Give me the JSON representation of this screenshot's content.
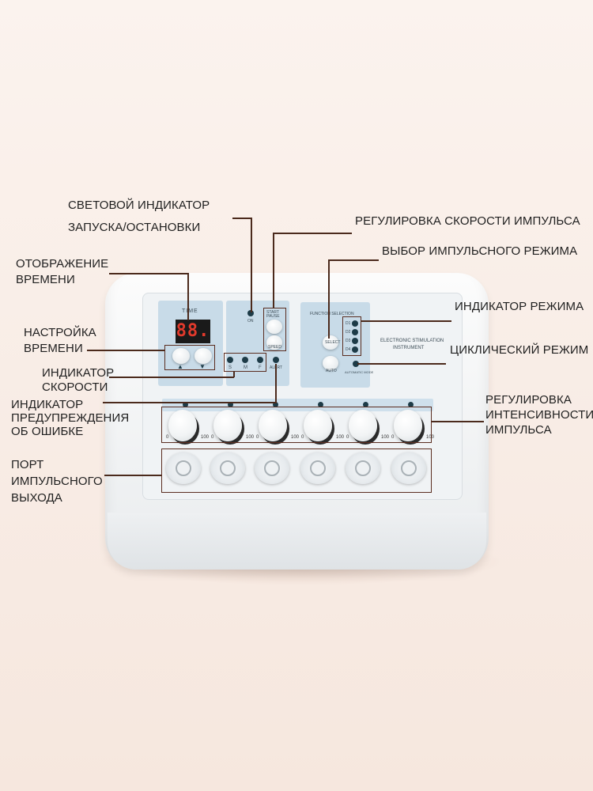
{
  "labels": {
    "start_indicator_line1": "СВЕТОВОЙ ИНДИКАТОР",
    "start_indicator_line2": "ЗАПУСКА/ОСТАНОВКИ",
    "speed_adjust": "РЕГУЛИРОВКА СКОРОСТИ ИМПУЛЬСА",
    "mode_select": "ВЫБОР ИМПУЛЬСНОГО РЕЖИМА",
    "time_display_line1": "ОТОБРАЖЕНИЕ",
    "time_display_line2": "ВРЕМЕНИ",
    "mode_indicator": "ИНДИКАТОР РЕЖИМА",
    "time_setting_line1": "НАСТРОЙКА",
    "time_setting_line2": "ВРЕМЕНИ",
    "cycle_mode": "ЦИКЛИЧЕСКИЙ РЕЖИМ",
    "speed_indicator_line1": "ИНДИКАТОР",
    "speed_indicator_line2": "СКОРОСТИ",
    "error_indicator_line1": "ИНДИКАТОР",
    "error_indicator_line2": "ПРЕДУПРЕЖДЕНИЯ",
    "error_indicator_line3": "ОБ ОШИБКЕ",
    "intensity_line1": "РЕГУЛИРОВКА",
    "intensity_line2": "ИНТЕНСИВНОСТИ",
    "intensity_line3": "ИМПУЛЬСА",
    "output_port_line1": "ПОРТ",
    "output_port_line2": "ИМПУЛЬСНОГО",
    "output_port_line3": "ВЫХОДА"
  },
  "device": {
    "time_title": "TIME",
    "display_value": "88.",
    "on_label": "ON",
    "start_pause_label": "START PAUSE",
    "speed_label": "SPEED",
    "speed_s": "S",
    "speed_m": "M",
    "speed_f": "F",
    "alert_label": "ALERT",
    "function_selection_label": "FUNCTION SELECTION",
    "select_label": "SELECT",
    "auto_label": "AUTO",
    "automatic_mode_label": "AUTOMATIC MODE",
    "mode_leds": [
      "D1",
      "D2",
      "D3",
      "D4"
    ],
    "instrument_name_line1": "ELECTRONIC STIMULATION",
    "instrument_name_line2": "INSTRUMENT",
    "scale_min": "0",
    "scale_max": "100",
    "up_arrow": "▲",
    "down_arrow": "▼"
  },
  "colors": {
    "background": "#fbf3ee",
    "callout_line": "#4b2a1c",
    "panel_blue": "#c8dbe8",
    "display_red": "#e23a2c"
  }
}
